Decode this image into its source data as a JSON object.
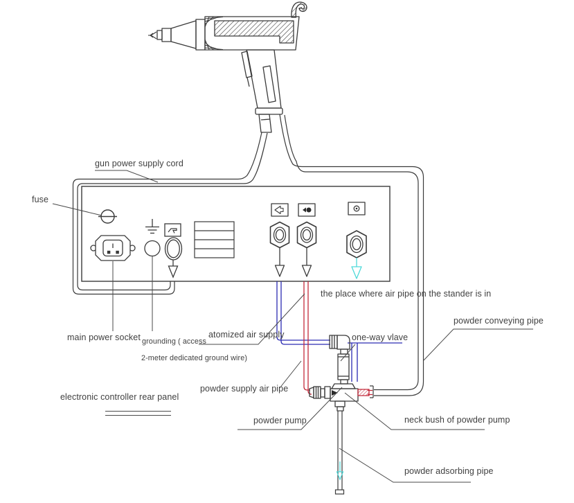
{
  "diagram": {
    "labels": {
      "fuse": "fuse",
      "gun_power_supply_cord": "gun power supply cord",
      "stander_air_pipe_place": "the place where air pipe on the stander is in",
      "powder_conveying_pipe": "powder conveying pipe",
      "main_power_socket": "main power socket",
      "grounding_line1": "grounding ( access",
      "grounding_line2": "2-meter dedicated ground wire)",
      "atomized_air_supply": "atomized air supply",
      "one_way_valve": "one-way vlave",
      "powder_supply_air_pipe": "powder supply air pipe",
      "electronic_controller_rear_panel": "electronic controller rear panel",
      "powder_pump": "powder pump",
      "neck_bush": "neck bush of powder pump",
      "powder_adsorbing_pipe": "powder adsorbing pipe"
    },
    "colors": {
      "atomized_air_line": "#2a2ab2",
      "powder_supply_air_line": "#c2293a",
      "stander_air_arrow": "#4ed9d9",
      "linework": "#3a3a3a",
      "text": "#3f3f3f"
    }
  }
}
